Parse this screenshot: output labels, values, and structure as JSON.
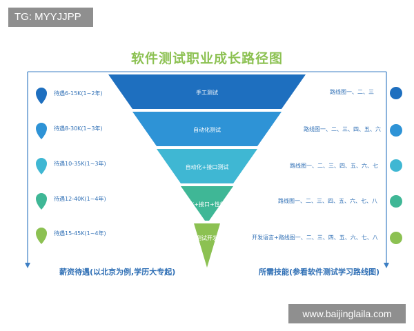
{
  "tag": "TG: MYYJJPP",
  "watermark": "www.baijinglaila.com",
  "title": "软件测试职业成长路径图",
  "levels": [
    {
      "salary": "待遇6-15K(1~2年)",
      "stage": "手工测试",
      "route": "路线图一、二、三",
      "color": "#1e6fbf"
    },
    {
      "salary": "待遇8-30K(1~3年)",
      "stage": "自动化测试",
      "route": "路线图一、二、三、四、五、六",
      "color": "#2e93d6"
    },
    {
      "salary": "待遇10-35K(1~3年)",
      "stage": "自动化+接口测试",
      "route": "路线图一、二、三、四、五、六、七",
      "color": "#3fb7d3"
    },
    {
      "salary": "待遇12-40K(1~4年)",
      "stage": "自动化+接口+性能测试",
      "route": "路线图一、二、三、四、五、六、七、八",
      "color": "#3fb796"
    },
    {
      "salary": "待遇15-45K(1~4年)",
      "stage": "测试开发",
      "route": "开发语言+路线图一、二、三、四、五、六、七、八",
      "color": "#8cc152"
    }
  ],
  "footer_left": "薪资待遇(以北京为例,学历大专起)",
  "footer_right": "所需技能(参看软件测试学习路线图)"
}
